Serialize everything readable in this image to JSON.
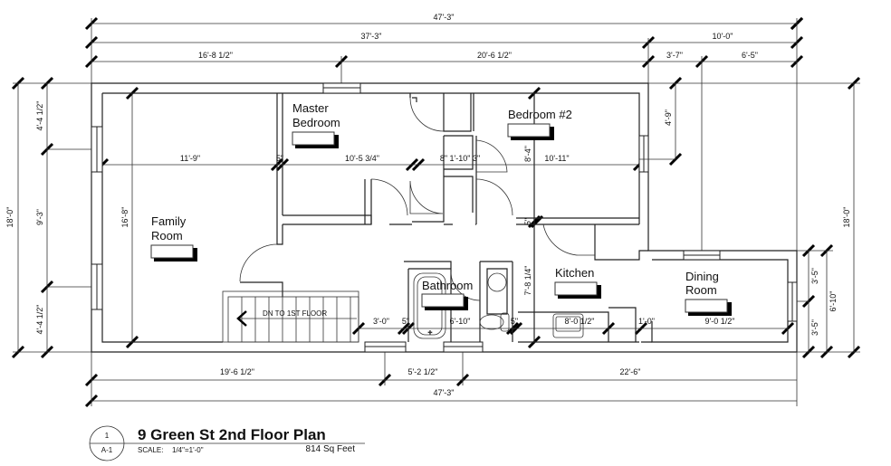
{
  "title": {
    "text": "9 Green St 2nd Floor Plan",
    "scale_label": "SCALE:",
    "scale_value": "1/4\"=1'-0\"",
    "area": "814 Sq Feet",
    "detail_number": "1",
    "sheet_number": "A-1"
  },
  "rooms": {
    "master_bedroom": [
      "Master",
      "Bedroom"
    ],
    "bedroom_2": "Bedroom #2",
    "family_room": [
      "Family",
      "Room"
    ],
    "bathroom": "Bathroom",
    "kitchen": "Kitchen",
    "dining_room": [
      "Dining",
      "Room"
    ],
    "stairs": "DN TO 1ST FLOOR"
  },
  "dimensions": {
    "top_overall": "47'-3\"",
    "top_main": "37'-3\"",
    "top_wing": "10'-0\"",
    "top_left": "16'-8 1/2\"",
    "top_mid": "20'-6 1/2\"",
    "top_wing_a": "3'-7\"",
    "top_wing_b": "6'-5\"",
    "left_overall": "18'-0\"",
    "left_top": "4'-4 1/2\"",
    "left_mid": "9'-3\"",
    "left_bottom": "4'-4 1/2\"",
    "family_depth": "16'-8\"",
    "row_family": "11'-9\"",
    "row_wall1": "5\"",
    "row_master": "10'-5 3/4\"",
    "row_closet": "8\" 1'-10\" 3\"",
    "row_bed2": "10'-11\"",
    "bed2_depth": "8'-4\"",
    "wing_depth": "4'-9\"",
    "kitchen_depth": "7'-8 1/4\"",
    "wall_5": "5\"",
    "bath_a": "3'-0\"",
    "bath_wall": "5\"",
    "bath_b": "6'-10\"",
    "bath_wall2": "5\"",
    "kitchen_len": "8'-0 1/2\"",
    "kitchen_wall": "1'-0\"",
    "dining_len": "9'-0 1/2\"",
    "right_top": "3'-5\"",
    "right_bottom": "3'-5\"",
    "right_total": "6'-10\"",
    "right_overall": "18'-0\"",
    "bottom_left": "19'-6 1/2\"",
    "bottom_mid": "5'-2 1/2\"",
    "bottom_right": "22'-6\"",
    "bottom_overall": "47'-3\""
  }
}
